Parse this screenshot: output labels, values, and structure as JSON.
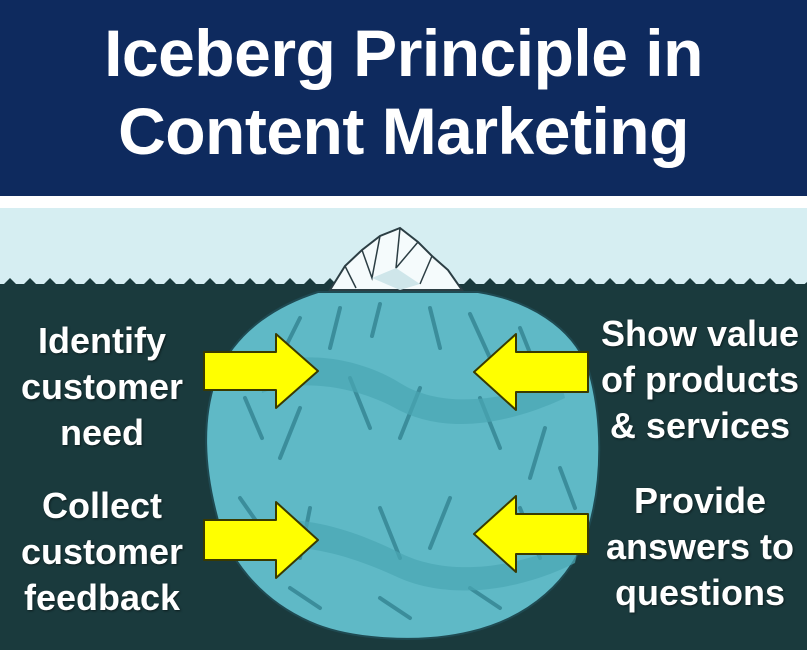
{
  "title": {
    "line1": "Iceberg Principle in",
    "line2": "Content Marketing"
  },
  "labels": {
    "identify_need": [
      "Identify",
      "customer",
      "need"
    ],
    "collect_feedback": [
      "Collect",
      "customer",
      "feedback"
    ],
    "show_value": [
      "Show value",
      "of products",
      "& services"
    ],
    "provide_answers": [
      "Provide",
      "answers to",
      "questions"
    ]
  },
  "colors": {
    "title_background": "#0e2a5e",
    "sky": "#d6eef2",
    "water": "#1a3a3d",
    "iceberg": "#5fb9c6",
    "arrow": "#ffff00"
  }
}
